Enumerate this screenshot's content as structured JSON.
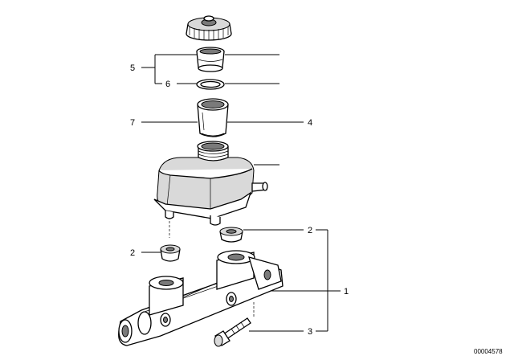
{
  "diagram": {
    "callouts": {
      "c1": "1",
      "c2a": "2",
      "c2b": "2",
      "c3": "3",
      "c4": "4",
      "c5": "5",
      "c6": "6",
      "c7": "7"
    },
    "document_id": "00004578"
  }
}
